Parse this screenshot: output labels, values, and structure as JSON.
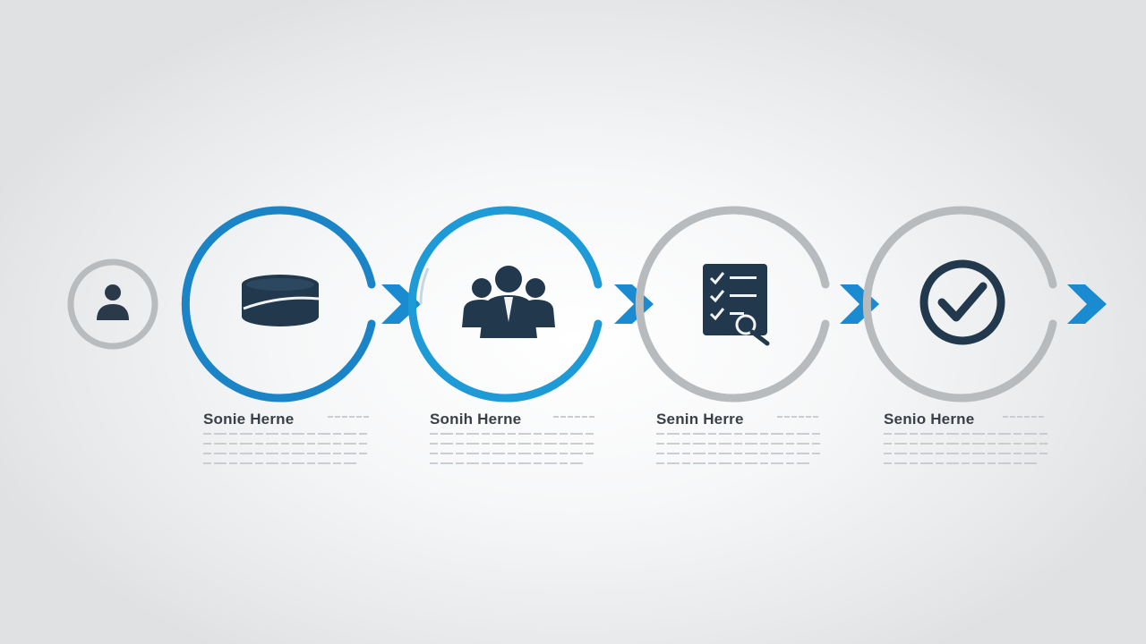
{
  "colors": {
    "blue": "#1a84c7",
    "light_blue": "#1e9ad6",
    "gray": "#b8bbbe",
    "icon_dark": "#1f3346",
    "arrow_blue": "#1a8bd0"
  },
  "start_icon": "user-icon",
  "steps": [
    {
      "label": "Sonie Herne",
      "icon": "database-icon",
      "ring_color": "blue"
    },
    {
      "label": "Sonih Herne",
      "icon": "team-icon",
      "ring_color": "light_blue"
    },
    {
      "label": "Senin Herre",
      "icon": "checklist-search-icon",
      "ring_color": "gray"
    },
    {
      "label": "Senio Herne",
      "icon": "checkmark-icon",
      "ring_color": "gray"
    }
  ]
}
